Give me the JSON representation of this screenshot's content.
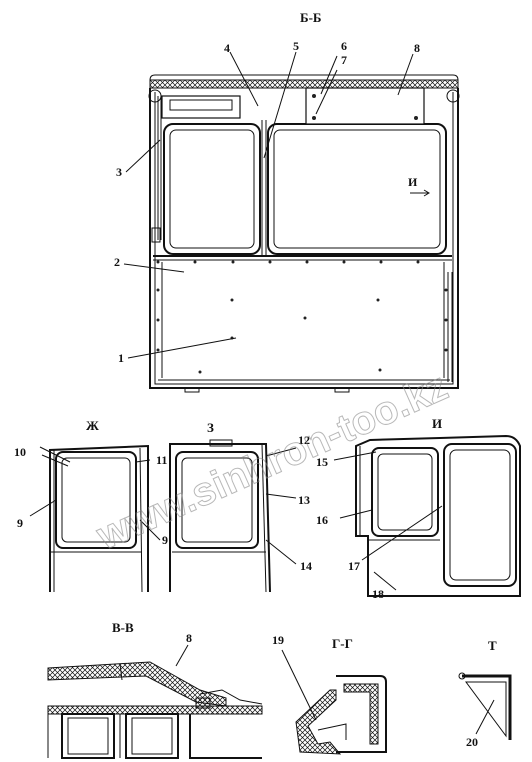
{
  "sections": {
    "main": "Б-Б",
    "zh": "Ж",
    "z": "З",
    "i": "И",
    "vv": "В-В",
    "gg": "Г-Г",
    "t": "Т"
  },
  "view_arrow_label": "И",
  "callouts": {
    "c1": "1",
    "c2": "2",
    "c3": "3",
    "c4": "4",
    "c5": "5",
    "c6": "6",
    "c7": "7",
    "c8": "8",
    "c9a": "9",
    "c9b": "9",
    "c10": "10",
    "c11": "11",
    "c12": "12",
    "c13": "13",
    "c14": "14",
    "c15": "15",
    "c16": "16",
    "c17": "17",
    "c18": "18",
    "c8b": "8",
    "c19": "19",
    "c20": "20"
  },
  "watermark": "www.sinhron-too.kz"
}
